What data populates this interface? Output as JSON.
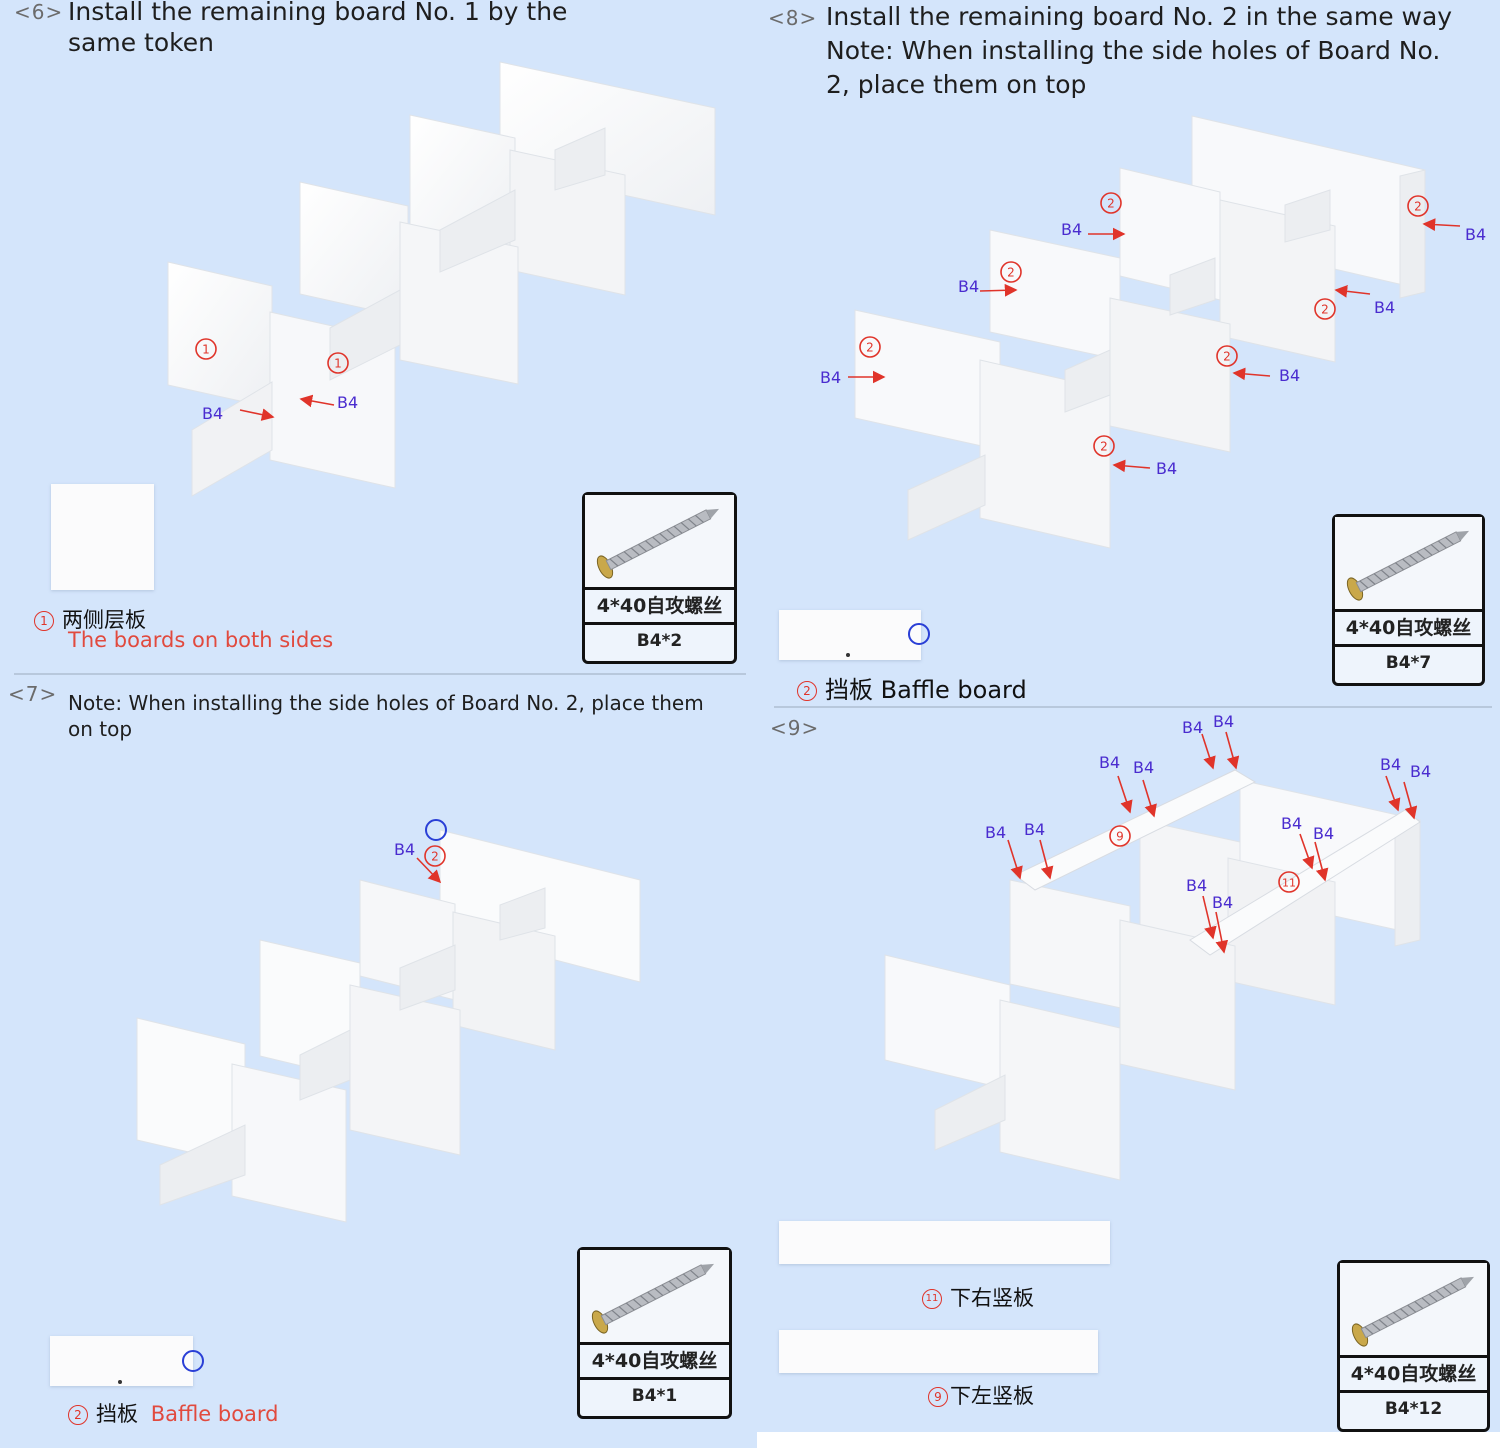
{
  "colors": {
    "background": "#d4e5fb",
    "arrow_red": "#e0342a",
    "screw_label_purple": "#4a2ccf",
    "target_blue": "#2a3fd6"
  },
  "step6": {
    "number": "<6>",
    "title_line1": "Install the remaining board No. 1 by the",
    "title_line2": "same token",
    "part_num": "1",
    "part_cn": "两侧层板",
    "part_en": "The boards on both sides",
    "screw_name": "4*40自攻螺丝",
    "screw_qty": "B4*2",
    "b4_label": "B4",
    "callout_num": "1"
  },
  "step7": {
    "number": "<7>",
    "note_line1": "Note: When installing the side holes of Board No. 2, place them",
    "note_line2": "on top",
    "part_num": "2",
    "part_cn": "挡板",
    "part_en": "Baffle board",
    "screw_name": "4*40自攻螺丝",
    "screw_qty": "B4*1",
    "b4_label": "B4",
    "callout_num": "2"
  },
  "step8": {
    "number": "<8>",
    "title_line1": "Install the remaining board No. 2 in the same way",
    "title_line2": "Note: When installing the side holes of Board No.",
    "title_line3": "2, place them on top",
    "part_num": "2",
    "part_cn": "挡板",
    "part_en": "Baffle board",
    "screw_name": "4*40自攻螺丝",
    "screw_qty": "B4*7",
    "b4_label": "B4",
    "callout_num": "2"
  },
  "step9": {
    "number": "<9>",
    "part11_num": "11",
    "part11_cn": "下右竖板",
    "part9_num": "9",
    "part9_cn": "下左竖板",
    "screw_name": "4*40自攻螺丝",
    "screw_qty": "B4*12",
    "b4_label": "B4",
    "callout9": "9",
    "callout11": "11"
  }
}
